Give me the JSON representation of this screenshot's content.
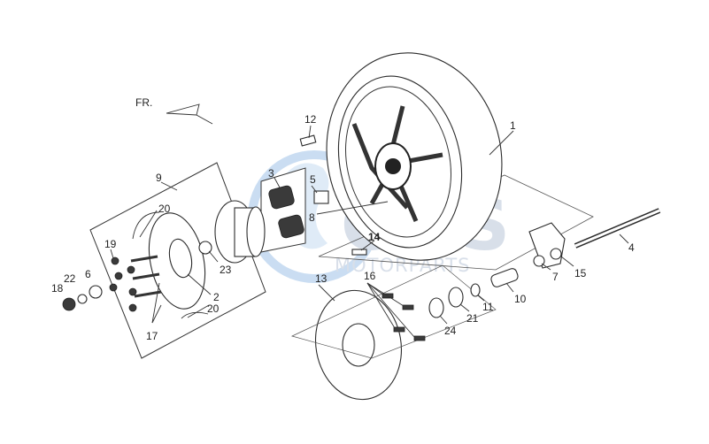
{
  "diagram": {
    "direction_marker": "FR.",
    "watermark": {
      "brand": "CMS",
      "subtitle": "MOTORPARTS",
      "color": "#b9c6d8",
      "accent": "#9fc3e8"
    },
    "labels": {
      "p1": "1",
      "p2": "2",
      "p3": "3",
      "p4": "4",
      "p5": "5",
      "p6": "6",
      "p7": "7",
      "p8": "8",
      "p9": "9",
      "p10": "10",
      "p11": "11",
      "p12": "12",
      "p13": "13",
      "p14": "14",
      "p15": "15",
      "p16": "16",
      "p17": "17",
      "p18": "18",
      "p19": "19",
      "p20a": "20",
      "p20b": "20",
      "p21": "21",
      "p22": "22",
      "p23": "23",
      "p24": "24"
    }
  }
}
